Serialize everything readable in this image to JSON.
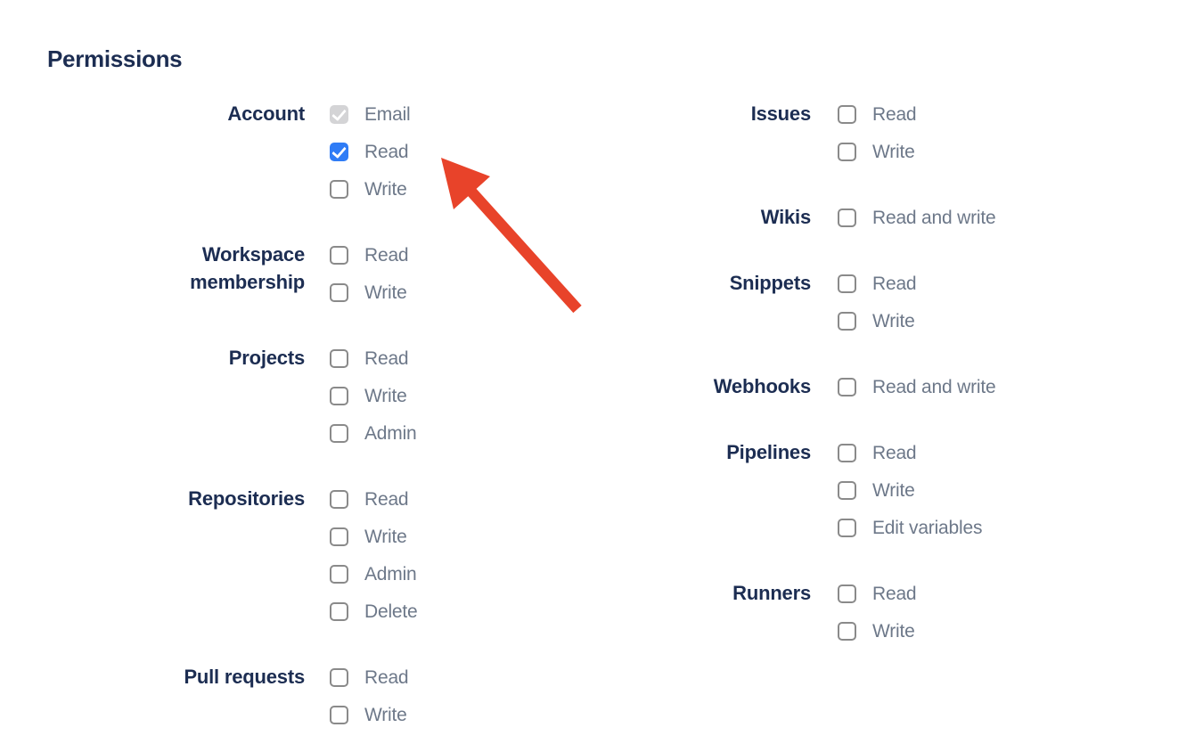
{
  "page": {
    "title": "Permissions"
  },
  "permissions": {
    "columns": [
      {
        "groups": [
          {
            "label": "Account",
            "options": [
              {
                "label": "Email",
                "state": "checked_disabled"
              },
              {
                "label": "Read",
                "state": "checked"
              },
              {
                "label": "Write",
                "state": "unchecked"
              }
            ]
          },
          {
            "label": "Workspace membership",
            "options": [
              {
                "label": "Read",
                "state": "unchecked"
              },
              {
                "label": "Write",
                "state": "unchecked"
              }
            ]
          },
          {
            "label": "Projects",
            "options": [
              {
                "label": "Read",
                "state": "unchecked"
              },
              {
                "label": "Write",
                "state": "unchecked"
              },
              {
                "label": "Admin",
                "state": "unchecked"
              }
            ]
          },
          {
            "label": "Repositories",
            "options": [
              {
                "label": "Read",
                "state": "unchecked"
              },
              {
                "label": "Write",
                "state": "unchecked"
              },
              {
                "label": "Admin",
                "state": "unchecked"
              },
              {
                "label": "Delete",
                "state": "unchecked"
              }
            ]
          },
          {
            "label": "Pull requests",
            "options": [
              {
                "label": "Read",
                "state": "unchecked"
              },
              {
                "label": "Write",
                "state": "unchecked"
              }
            ]
          }
        ]
      },
      {
        "groups": [
          {
            "label": "Issues",
            "options": [
              {
                "label": "Read",
                "state": "unchecked"
              },
              {
                "label": "Write",
                "state": "unchecked"
              }
            ]
          },
          {
            "label": "Wikis",
            "options": [
              {
                "label": "Read and write",
                "state": "unchecked"
              }
            ]
          },
          {
            "label": "Snippets",
            "options": [
              {
                "label": "Read",
                "state": "unchecked"
              },
              {
                "label": "Write",
                "state": "unchecked"
              }
            ]
          },
          {
            "label": "Webhooks",
            "options": [
              {
                "label": "Read and write",
                "state": "unchecked"
              }
            ]
          },
          {
            "label": "Pipelines",
            "options": [
              {
                "label": "Read",
                "state": "unchecked"
              },
              {
                "label": "Write",
                "state": "unchecked"
              },
              {
                "label": "Edit variables",
                "state": "unchecked"
              }
            ]
          },
          {
            "label": "Runners",
            "options": [
              {
                "label": "Read",
                "state": "unchecked"
              },
              {
                "label": "Write",
                "state": "unchecked"
              }
            ]
          }
        ]
      }
    ]
  },
  "annotation": {
    "arrow_color": "#e8432a",
    "points_to": "Account Read checkbox"
  },
  "colors": {
    "heading_text": "#1c2d52",
    "group_label_text": "#1c2d52",
    "option_label_text": "#6d7889",
    "checkbox_checked_bg": "#2f7cf6",
    "checkbox_disabled_bg": "#d4d4d6",
    "checkbox_unchecked_border": "#8a8a8a",
    "check_mark": "#ffffff"
  }
}
